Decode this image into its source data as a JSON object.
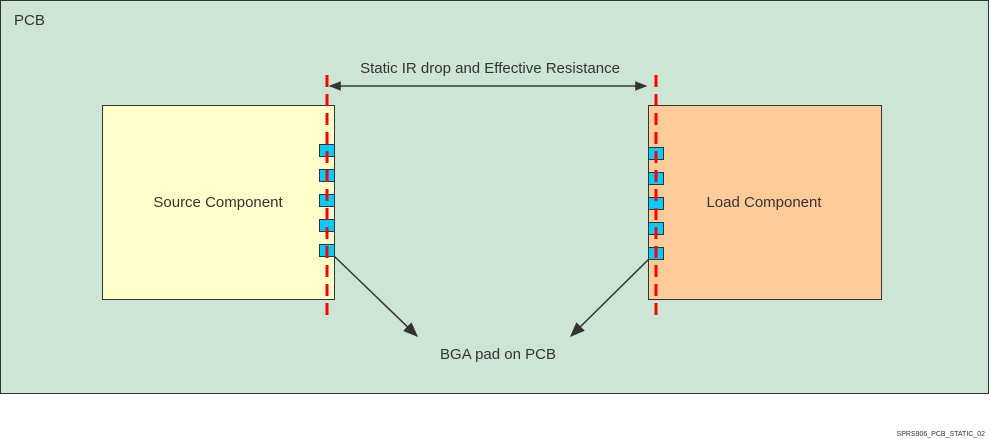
{
  "pcb_label": "PCB",
  "title": "Static IR drop and Effective Resistance",
  "source_label": "Source Component",
  "load_label": "Load Component",
  "pad_label": "BGA pad on PCB",
  "figure_id": "SPRS906_PCB_STATIC_02",
  "colors": {
    "pcb": "#cce5d5",
    "source": "#ffffcc",
    "load": "#ffcc99",
    "pad": "#00ccff",
    "dash": "#ff0000"
  }
}
